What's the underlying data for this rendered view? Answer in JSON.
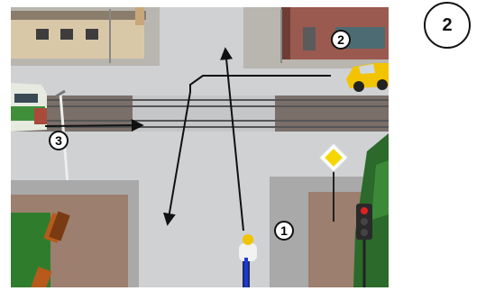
{
  "question": {
    "number": "2"
  },
  "participants": [
    {
      "id": "1",
      "kind": "cyclist"
    },
    {
      "id": "2",
      "kind": "car"
    },
    {
      "id": "3",
      "kind": "tram"
    }
  ],
  "signs": {
    "main_road": "main-road-sign",
    "traffic_light": "traffic-light"
  },
  "colors": {
    "road": "#cfd1d3",
    "grass": "#2f7d2c",
    "brick": "#9a5a4f",
    "car": "#f2c400",
    "sign_yellow": "#f6d600",
    "light_red": "#e02020"
  }
}
